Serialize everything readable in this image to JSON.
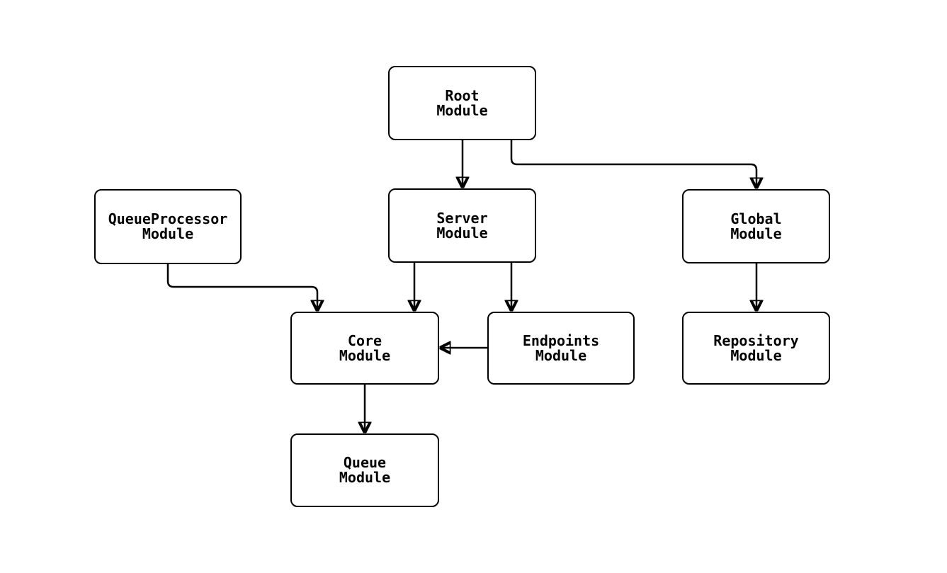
{
  "diagram": {
    "type": "module-dependency-graph",
    "background_color": "#ffffff",
    "node_fill_color": "#ffffff",
    "node_border_color": "#000000",
    "edge_color": "#000000",
    "text_color": "#000000",
    "nodes": [
      {
        "id": "root",
        "label": "Root\nModule"
      },
      {
        "id": "queueprocessor",
        "label": "QueueProcessor\nModule"
      },
      {
        "id": "server",
        "label": "Server\nModule"
      },
      {
        "id": "global",
        "label": "Global\nModule"
      },
      {
        "id": "core",
        "label": "Core\nModule"
      },
      {
        "id": "endpoints",
        "label": "Endpoints\nModule"
      },
      {
        "id": "repository",
        "label": "Repository\nModule"
      },
      {
        "id": "queue",
        "label": "Queue\nModule"
      }
    ],
    "edges": [
      {
        "from": "Root Module",
        "to": "Server Module"
      },
      {
        "from": "Root Module",
        "to": "Global Module"
      },
      {
        "from": "QueueProcessor Module",
        "to": "Core Module"
      },
      {
        "from": "Server Module",
        "to": "Core Module"
      },
      {
        "from": "Server Module",
        "to": "Endpoints Module"
      },
      {
        "from": "Endpoints Module",
        "to": "Core Module"
      },
      {
        "from": "Global Module",
        "to": "Repository Module"
      },
      {
        "from": "Core Module",
        "to": "Queue Module"
      }
    ]
  }
}
